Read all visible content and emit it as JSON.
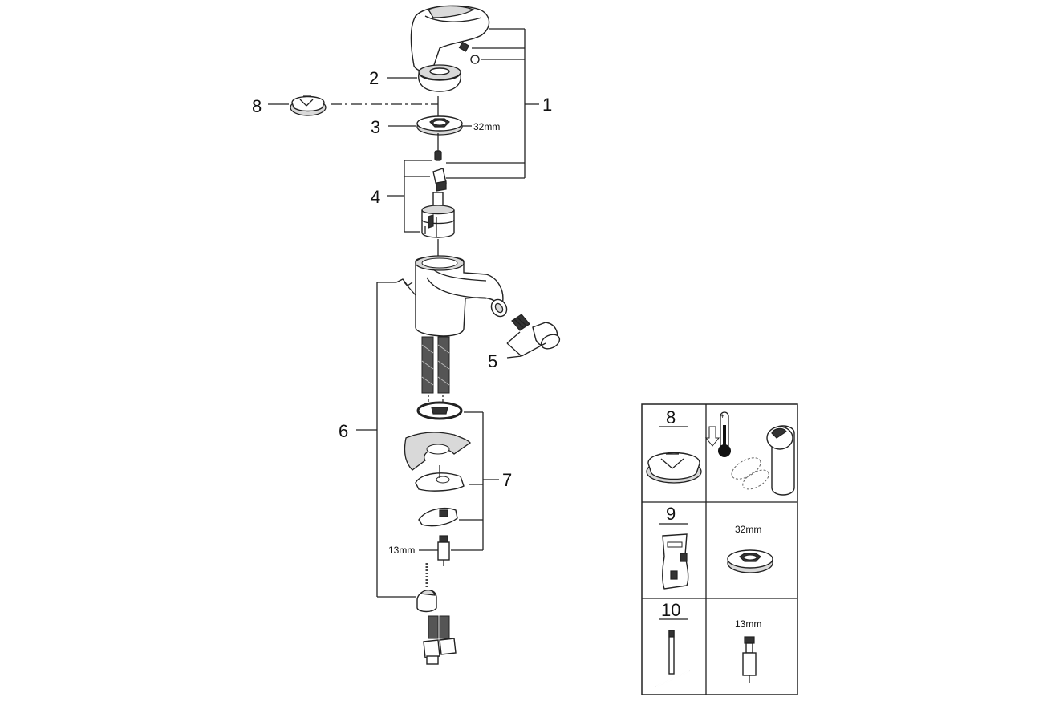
{
  "callouts": {
    "c1": "1",
    "c2": "2",
    "c3": "3",
    "c4": "4",
    "c5": "5",
    "c6": "6",
    "c7": "7",
    "c8": "8"
  },
  "dimensions": {
    "nut_size": "32mm",
    "fitting_size": "13mm"
  },
  "panel": {
    "row1_number": "8",
    "row2_number": "9",
    "row2_size": "32mm",
    "row3_number": "10",
    "row3_size": "13mm"
  },
  "icons": {
    "temperature": "thermometer-cold-icon",
    "handle": "lever-handle-icon"
  }
}
